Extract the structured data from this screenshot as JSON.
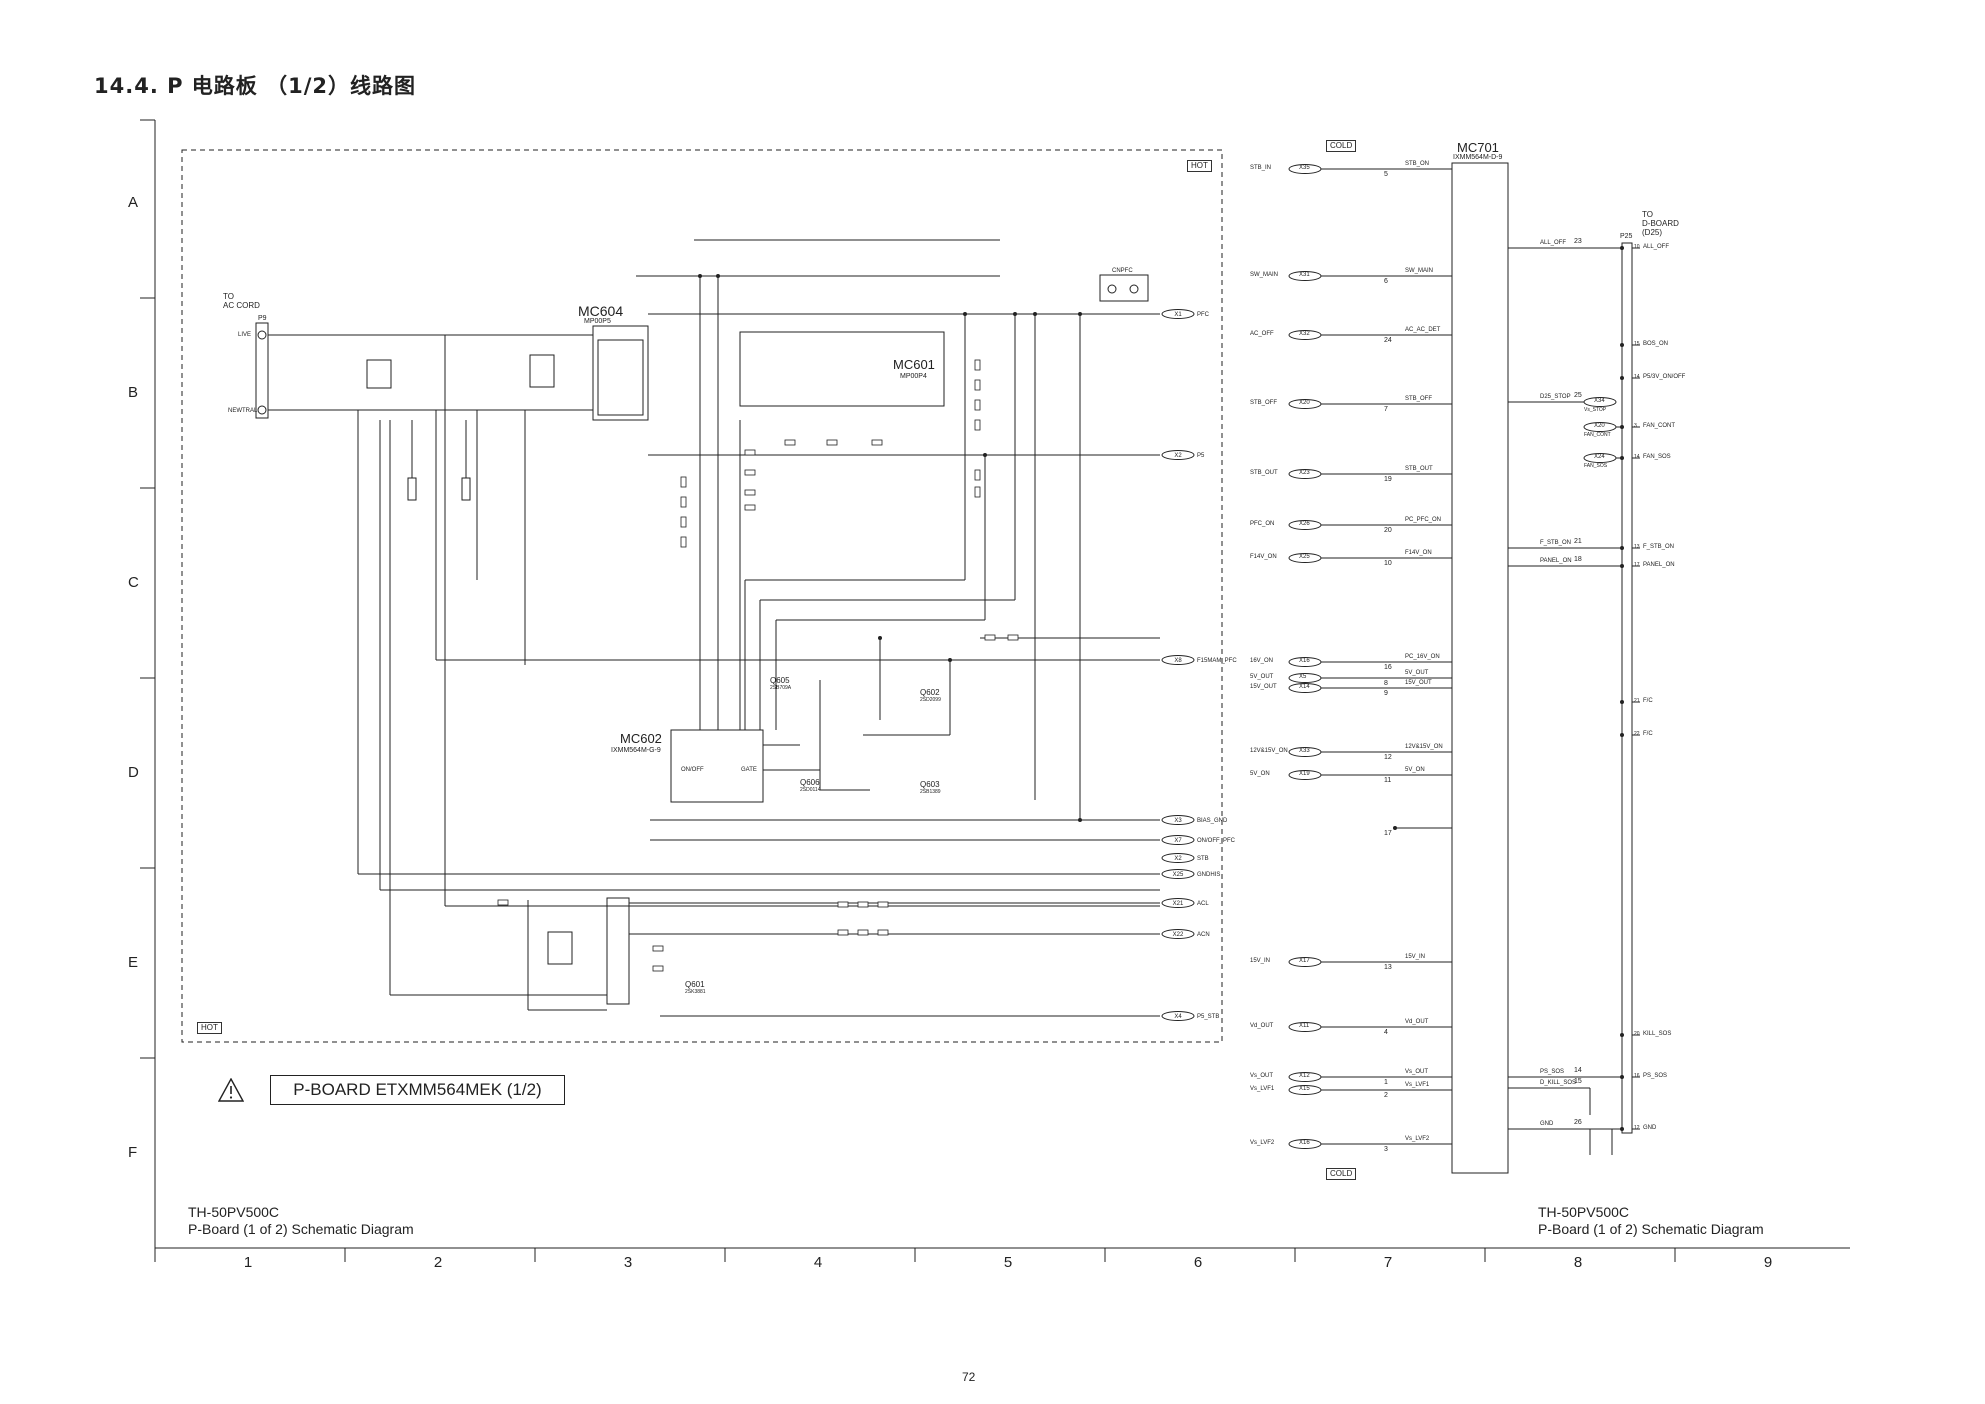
{
  "page": {
    "title": "14.4. P 电路板 （1/2）线路图",
    "page_number": "72",
    "board_label": "P-BOARD ETXMM564MEK (1/2)",
    "caption_left_line1": "TH-50PV500C",
    "caption_left_line2": "P-Board (1 of 2) Schematic Diagram",
    "caption_right_line1": "TH-50PV500C",
    "caption_right_line2": "P-Board (1 of 2) Schematic Diagram"
  },
  "grid": {
    "rows": [
      "A",
      "B",
      "C",
      "D",
      "E",
      "F"
    ],
    "cols": [
      "1",
      "2",
      "3",
      "4",
      "5",
      "6",
      "7",
      "8",
      "9"
    ]
  },
  "tags": {
    "hot_top": "HOT",
    "hot_bottom": "HOT",
    "cold_top": "COLD",
    "cold_bottom": "COLD"
  },
  "blocks": {
    "mc604": {
      "name": "MC604",
      "part": "MP00P5"
    },
    "mc601": {
      "name": "MC601",
      "part": "MP00P4"
    },
    "mc602": {
      "name": "MC602",
      "part": "IXMM564M-G-9",
      "pin_onoff": "ON/OFF",
      "pin_gate": "GATE"
    },
    "mc701": {
      "name": "MC701",
      "part": "IXMM564M-D-9"
    },
    "ac_cord": {
      "line1": "TO",
      "line2": "AC CORD",
      "live": "LIVE",
      "neutral": "NEWTRAL",
      "conn": "P9"
    },
    "dboard": {
      "line1": "TO",
      "line2": "D-BOARD",
      "line3": "(D25)",
      "conn": "P25"
    },
    "cnpfc": "CNPFC"
  },
  "left_outputs": [
    {
      "id": "X1",
      "label": "PFC"
    },
    {
      "id": "X2",
      "label": "P5"
    },
    {
      "id": "X8",
      "label": "F15MAM_PFC"
    },
    {
      "id": "X3",
      "label": "BIAS_GND"
    },
    {
      "id": "X7",
      "label": "ON/OFF_PFC"
    },
    {
      "id": "X2",
      "label": "STB"
    },
    {
      "id": "X25",
      "label": "GNDHIS"
    },
    {
      "id": "X21",
      "label": "ACL"
    },
    {
      "id": "X22",
      "label": "ACN"
    },
    {
      "id": "X4",
      "label": "P5_STB"
    }
  ],
  "mc701_inputs": [
    {
      "net": "STB_IN",
      "x": "X35",
      "pin": "5",
      "sig": "STB_ON"
    },
    {
      "net": "SW_MAIN",
      "x": "X31",
      "pin": "6",
      "sig": "SW_MAIN"
    },
    {
      "net": "AC_OFF",
      "x": "X32",
      "pin": "24",
      "sig": "AC_AC_DET"
    },
    {
      "net": "STB_OFF",
      "x": "X20",
      "pin": "7",
      "sig": "STB_OFF"
    },
    {
      "net": "STB_OUT",
      "x": "X23",
      "pin": "19",
      "sig": "STB_OUT"
    },
    {
      "net": "PFC_ON",
      "x": "X26",
      "pin": "20",
      "sig": "PC_PFC_ON"
    },
    {
      "net": "F14V_ON",
      "x": "X25",
      "pin": "10",
      "sig": "F14V_ON"
    },
    {
      "net": "16V_ON",
      "x": "X16",
      "pin": "16",
      "sig": "PC_16V_ON"
    },
    {
      "net": "5V_OUT",
      "x": "X5",
      "pin": "8",
      "sig": "5V_OUT"
    },
    {
      "net": "15V_OUT",
      "x": "X14",
      "pin": "9",
      "sig": "15V_OUT"
    },
    {
      "net": "12V&15V_ON",
      "x": "X33",
      "pin": "12",
      "sig": "12V&15V_ON"
    },
    {
      "net": "5V_ON",
      "x": "X19",
      "pin": "11",
      "sig": "5V_ON"
    },
    {
      "net": "",
      "x": "",
      "pin": "17",
      "sig": ""
    },
    {
      "net": "15V_IN",
      "x": "X17",
      "pin": "13",
      "sig": "15V_IN"
    },
    {
      "net": "Vd_OUT",
      "x": "X11",
      "pin": "4",
      "sig": "Vd_OUT"
    },
    {
      "net": "Vs_OUT",
      "x": "X12",
      "pin": "1",
      "sig": "Vs_OUT"
    },
    {
      "net": "Vs_LVF1",
      "x": "X15",
      "pin": "2",
      "sig": "Vs_LVF1"
    },
    {
      "net": "Vs_LVF2",
      "x": "X16",
      "pin": "3",
      "sig": "Vs_LVF2"
    }
  ],
  "mc701_outputs": [
    {
      "sig": "ALL_OFF",
      "pin": "23",
      "p25": "10",
      "net": "ALL_OFF"
    },
    {
      "sig": "",
      "pin": "",
      "p25": "15",
      "net": "BOS_ON"
    },
    {
      "sig": "",
      "pin": "",
      "p25": "14",
      "net": "P5/3V_ON/OFF"
    },
    {
      "sig": "D25_STOP",
      "pin": "25",
      "p25": "",
      "net": "X34"
    },
    {
      "sig": "",
      "pin": "",
      "p25": "3",
      "net": "FAN_CONT"
    },
    {
      "sig": "",
      "pin": "",
      "p25": "14",
      "net": "FAN_SOS"
    },
    {
      "sig": "F_STB_ON",
      "pin": "21",
      "p25": "13",
      "net": "F_STB_ON"
    },
    {
      "sig": "PANEL_ON",
      "pin": "18",
      "p25": "17",
      "net": "PANEL_ON"
    },
    {
      "sig": "",
      "pin": "",
      "p25": "21",
      "net": "F/C"
    },
    {
      "sig": "",
      "pin": "",
      "p25": "22",
      "net": "F/C"
    },
    {
      "sig": "",
      "pin": "",
      "p25": "20",
      "net": "KILL_SOS"
    },
    {
      "sig": "PS_SOS",
      "pin": "14",
      "p25": "16",
      "net": "PS_SOS"
    },
    {
      "sig": "D_KILL_SOS",
      "pin": "15",
      "p25": "",
      "net": ""
    },
    {
      "sig": "GND",
      "pin": "26",
      "p25": "12",
      "net": "GND"
    }
  ],
  "side_tags": [
    {
      "x": "X20",
      "label": "FAN_CONT"
    },
    {
      "x": "X24",
      "label": "FAN_SOS"
    },
    {
      "x": "X34",
      "label": "Vs_STOP"
    }
  ],
  "transistors": [
    {
      "ref": "Q605",
      "part": "2SB709A"
    },
    {
      "ref": "Q602",
      "part": "2SD2099"
    },
    {
      "ref": "Q606",
      "part": "2SD0114"
    },
    {
      "ref": "Q603",
      "part": "2SB1389"
    },
    {
      "ref": "Q601",
      "part": "2SK3881"
    }
  ],
  "colors": {
    "line": "#222222",
    "background": "#ffffff"
  }
}
